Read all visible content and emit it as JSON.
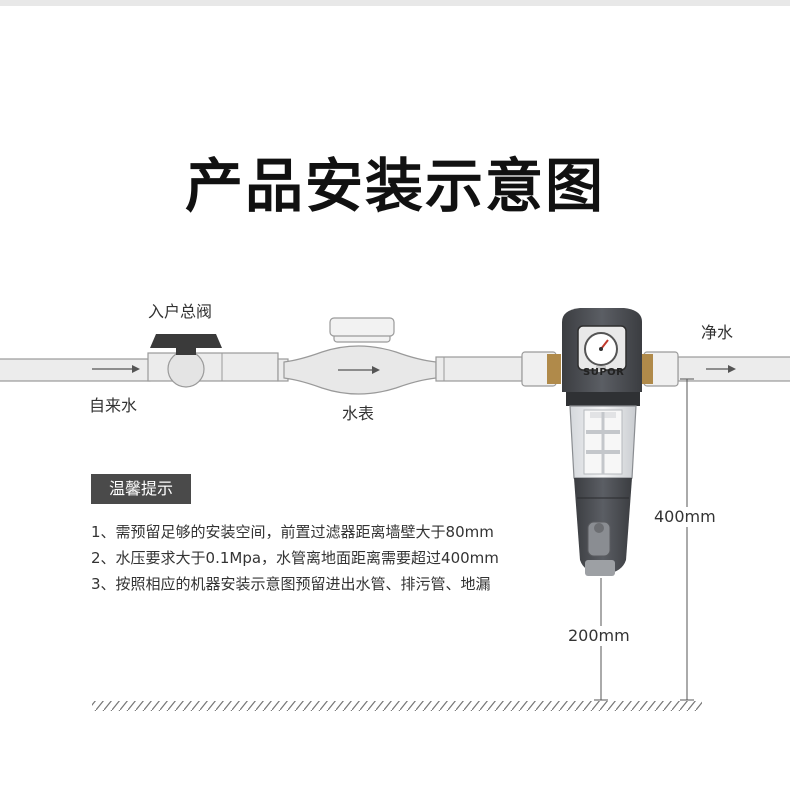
{
  "title": "产品安装示意图",
  "labels": {
    "main_valve": "入户总阀",
    "tap_water": "自来水",
    "water_meter": "水表",
    "clean_water": "净水",
    "height_400": "400mm",
    "height_200": "200mm",
    "brand": "SUPOR"
  },
  "tips": {
    "heading": "温馨提示",
    "items": [
      "1、需预留足够的安装空间，前置过滤器距离墙壁大于80mm",
      "2、水压要求大于0.1Mpa，水管离地面距离需要超过400mm",
      "3、按照相应的机器安装示意图预留进出水管、排污管、地漏"
    ]
  },
  "colors": {
    "pipe_fill": "#ececec",
    "pipe_stroke": "#9a9a9a",
    "valve_dark": "#3a3a3a",
    "filter_body": "#4b4d52",
    "brass": "#b08a4a",
    "tips_bg": "#4a4a4a"
  }
}
